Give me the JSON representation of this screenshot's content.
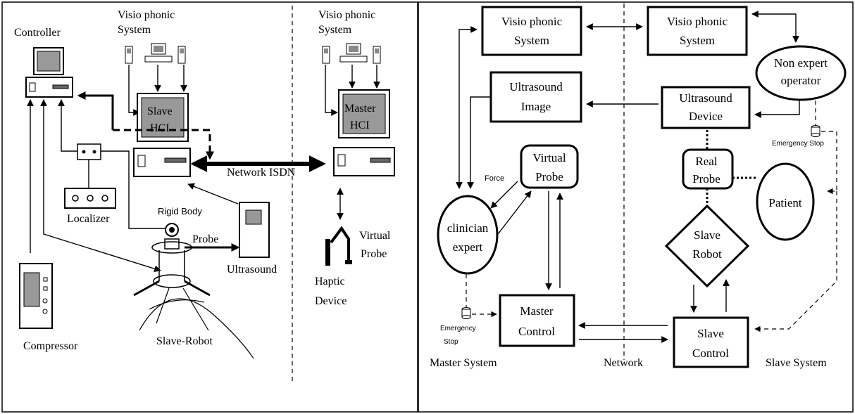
{
  "left_panel": {
    "controller": "Controller",
    "visio_slave": [
      "Visio phonic",
      "System"
    ],
    "visio_master": [
      "Visio phonic",
      "System"
    ],
    "slave_hci": [
      "Slave",
      "HCI"
    ],
    "master_hci": [
      "Master",
      "HCI"
    ],
    "network_isdn": "Network ISDN",
    "localizer": "Localizer",
    "rigid_body": "Rigid Body",
    "probe": "Probe",
    "ultrasound": "Ultrasound",
    "compressor": "Compressor",
    "slave_robot": "Slave-Robot",
    "haptic_device": [
      "Haptic",
      "Device"
    ],
    "virtual_probe": [
      "Virtual",
      "Probe"
    ]
  },
  "right_panel": {
    "visio_master": [
      "Visio phonic",
      "System"
    ],
    "visio_slave": [
      "Visio phonic",
      "System"
    ],
    "non_expert": [
      "Non expert",
      "operator"
    ],
    "ultrasound_image": [
      "Ultrasound",
      "Image"
    ],
    "ultrasound_device": [
      "Ultrasound",
      "Device"
    ],
    "emergency_stop_slave": "Emergency Stop",
    "virtual_probe": [
      "Virtual",
      "Probe"
    ],
    "real_probe": [
      "Real",
      "Probe"
    ],
    "force": "Force",
    "clinician": [
      "clinician",
      "expert"
    ],
    "patient": "Patient",
    "slave_robot": [
      "Slave",
      "Robot"
    ],
    "master_control": [
      "Master",
      "Control"
    ],
    "slave_control": [
      "Slave",
      "Control"
    ],
    "emergency_stop_master": [
      "Emergency",
      "Stop"
    ],
    "master_system": "Master System",
    "network": "Network",
    "slave_system": "Slave System"
  }
}
